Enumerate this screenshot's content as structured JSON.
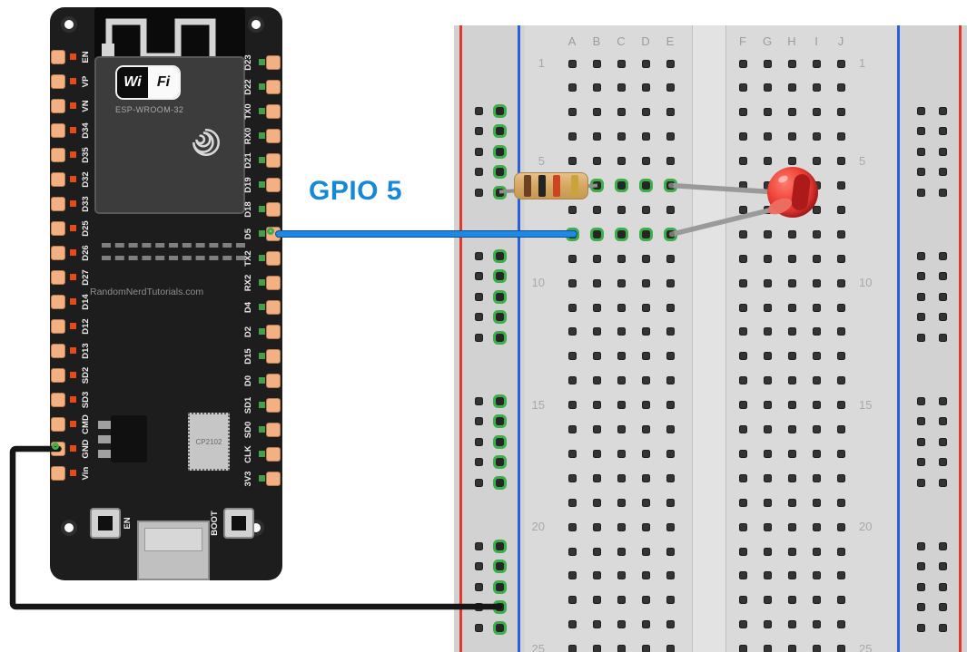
{
  "diagram": {
    "gpio_label": "GPIO 5"
  },
  "esp32": {
    "wifi_logo_left": "Wi",
    "wifi_logo_right": "Fi",
    "module_label": "ESP-WROOM-32",
    "credit": "RandomNerdTutorials.com",
    "usb_chip_label": "CP2102",
    "en_button_label": "EN",
    "boot_button_label": "BOOT",
    "left_pins": [
      "EN",
      "VP",
      "VN",
      "D34",
      "D35",
      "D32",
      "D33",
      "D25",
      "D26",
      "D27",
      "D14",
      "D12",
      "D13",
      "SD2",
      "SD3",
      "CMD",
      "GND",
      "Vin"
    ],
    "right_pins": [
      "D23",
      "D22",
      "TX0",
      "RX0",
      "D21",
      "D19",
      "D18",
      "D5",
      "TX2",
      "RX2",
      "D4",
      "D2",
      "D15",
      "D0",
      "SD1",
      "SD0",
      "CLK",
      "3V3"
    ],
    "connected_pins": [
      "GND",
      "D5"
    ]
  },
  "breadboard": {
    "column_letters_left": [
      "A",
      "B",
      "C",
      "D",
      "E"
    ],
    "column_letters_right": [
      "F",
      "G",
      "H",
      "I",
      "J"
    ],
    "row_labels": [
      {
        "row": 1,
        "label": "1"
      },
      {
        "row": 5,
        "label": "5"
      },
      {
        "row": 10,
        "label": "10"
      },
      {
        "row": 15,
        "label": "15"
      },
      {
        "row": 20,
        "label": "20"
      },
      {
        "row": 25,
        "label": "25"
      }
    ],
    "visible_rows": 25,
    "green_cells": [
      {
        "row": 6,
        "cols": [
          "B",
          "C",
          "D",
          "E"
        ]
      },
      {
        "row": 8,
        "cols": [
          "A",
          "B",
          "C",
          "D",
          "E"
        ]
      }
    ],
    "left_rail_connected": true
  },
  "components": {
    "resistor": {
      "bands": [
        "brown",
        "black",
        "red",
        "gold"
      ],
      "band_colors": [
        "#6d4026",
        "#232323",
        "#cf4420",
        "#c9a43c"
      ]
    },
    "led": {
      "color": "#e53935"
    },
    "wires": [
      {
        "name": "gpio5-wire",
        "color": "#1e88e5",
        "from": "ESP32 D5",
        "to": "breadboard A8"
      },
      {
        "name": "ground-wire",
        "color": "#161616",
        "from": "ESP32 GND",
        "to": "left power rail"
      }
    ]
  },
  "colors": {
    "gpio_label": "#1688d8",
    "rail_positive": "#e03a30",
    "rail_negative": "#2b5fd9",
    "hole_connected": "#3cae4a",
    "pin_pad": "#f2b083",
    "indicator_left": "#e64a19",
    "indicator_right": "#43a047"
  }
}
